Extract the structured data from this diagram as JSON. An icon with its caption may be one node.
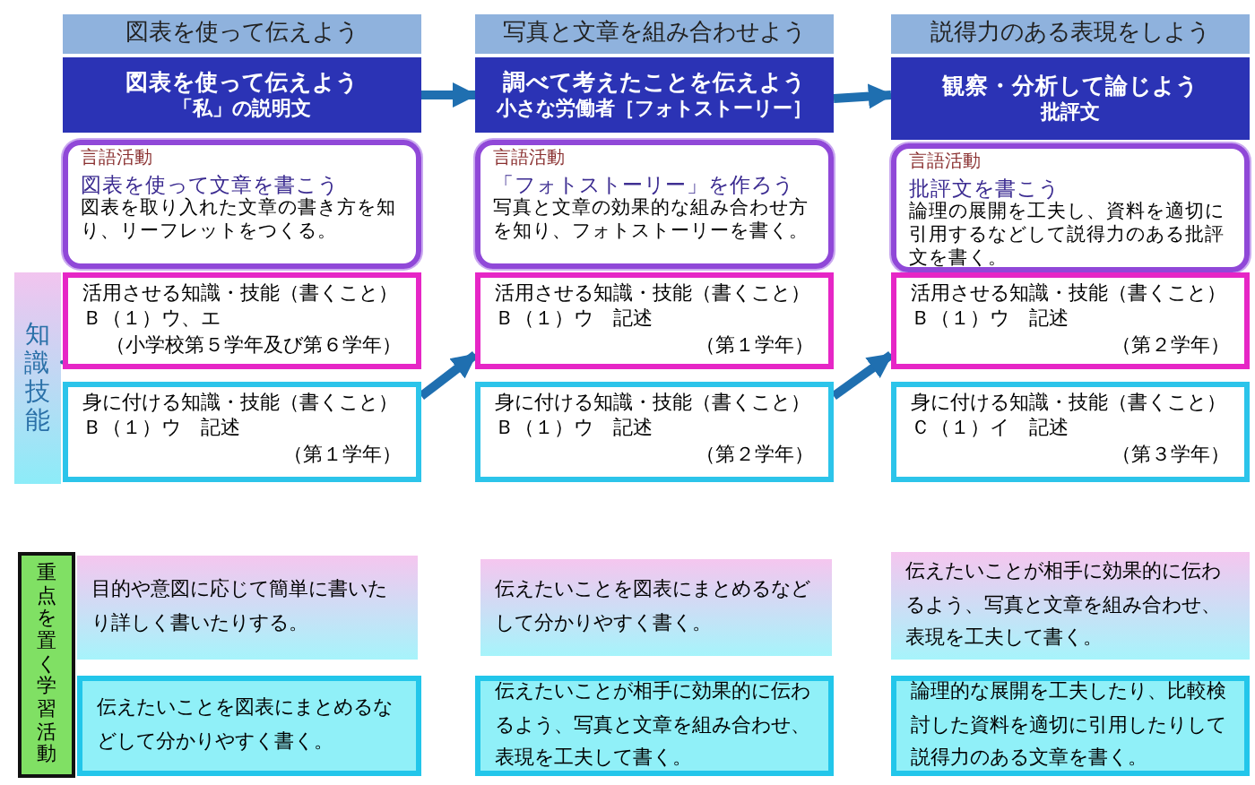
{
  "diagram": {
    "nodes": [
      {
        "text": [
          "図表を使って伝えよう"
        ]
      },
      {
        "text": [
          "写真と文章を組み合わせよう"
        ]
      },
      {
        "text": [
          "説得力のある表現をしよう"
        ]
      },
      {
        "text": [
          "図表を使って伝えよう",
          "「私」の説明文"
        ]
      },
      {
        "text": [
          "調べて考えたことを伝えよう",
          "小さな労働者［フォトストーリー］"
        ]
      },
      {
        "text": [
          "観察・分析して論じよう",
          "批評文"
        ]
      },
      {
        "text": [
          "言語活動",
          "図表を使って文章を書こう",
          "図表を取り入れた文章の書き方を知り、リーフレットをつくる。"
        ]
      },
      {
        "text": [
          "言語活動",
          "「フォトストーリー」を作ろう",
          "写真と文章の効果的な組み合わせ方を知り、フォトストーリーを書く。"
        ]
      },
      {
        "text": [
          "言語活動",
          "批評文を書こう",
          "論理の展開を工夫し、資料を適切に引用するなどして説得力のある批評文を書く。"
        ]
      },
      {
        "text": [
          "知識・技能"
        ]
      },
      {
        "text": [
          "活用させる知識・技能（書くこと）",
          "Ｂ（１）ウ、エ",
          "（小学校第５学年及び第６学年）"
        ]
      },
      {
        "text": [
          "活用させる知識・技能（書くこと）",
          "Ｂ（１）ウ　記述",
          "（第１学年）"
        ]
      },
      {
        "text": [
          "活用させる知識・技能（書くこと）",
          "Ｂ（１）ウ　記述",
          "（第２学年）"
        ]
      },
      {
        "text": [
          "身に付ける知識・技能（書くこと）",
          "Ｂ（１）ウ　記述",
          "（第１学年）"
        ]
      },
      {
        "text": [
          "身に付ける知識・技能（書くこと）",
          "Ｂ（１）ウ　記述",
          "（第２学年）"
        ]
      },
      {
        "text": [
          "身に付ける知識・技能（書くこと）",
          "Ｃ（１）イ　記述",
          "（第３学年）"
        ]
      },
      {
        "text": [
          "重点を置く学習活動"
        ]
      },
      {
        "text": [
          "目的や意図に応じて簡単に書いたり詳しく書いたりする。"
        ]
      },
      {
        "text": [
          "伝えたいことを図表にまとめるなどして分かりやすく書く。"
        ]
      },
      {
        "text": [
          "伝えたいことが相手に効果的に伝わるよう、写真と文章を組み合わせ、表現を工夫して書く。"
        ]
      },
      {
        "text": [
          "伝えたいことを図表にまとめるなどして分かりやすく書く。"
        ]
      },
      {
        "text": [
          "伝えたいことが相手に効果的に伝わるよう、写真と文章を組み合わせ、表現を工夫して書く。"
        ]
      },
      {
        "text": [
          "論理的な展開を工夫したり、比較検討した資料を適切に引用したりして説得力のある文章を書く。"
        ]
      }
    ],
    "edges": [
      {
        "from": 3,
        "to": 4,
        "arrow": "to"
      },
      {
        "from": 4,
        "to": 5,
        "arrow": "to"
      },
      {
        "from": 13,
        "to": 11,
        "arrow": "to"
      },
      {
        "from": 14,
        "to": 12,
        "arrow": "to"
      }
    ]
  }
}
